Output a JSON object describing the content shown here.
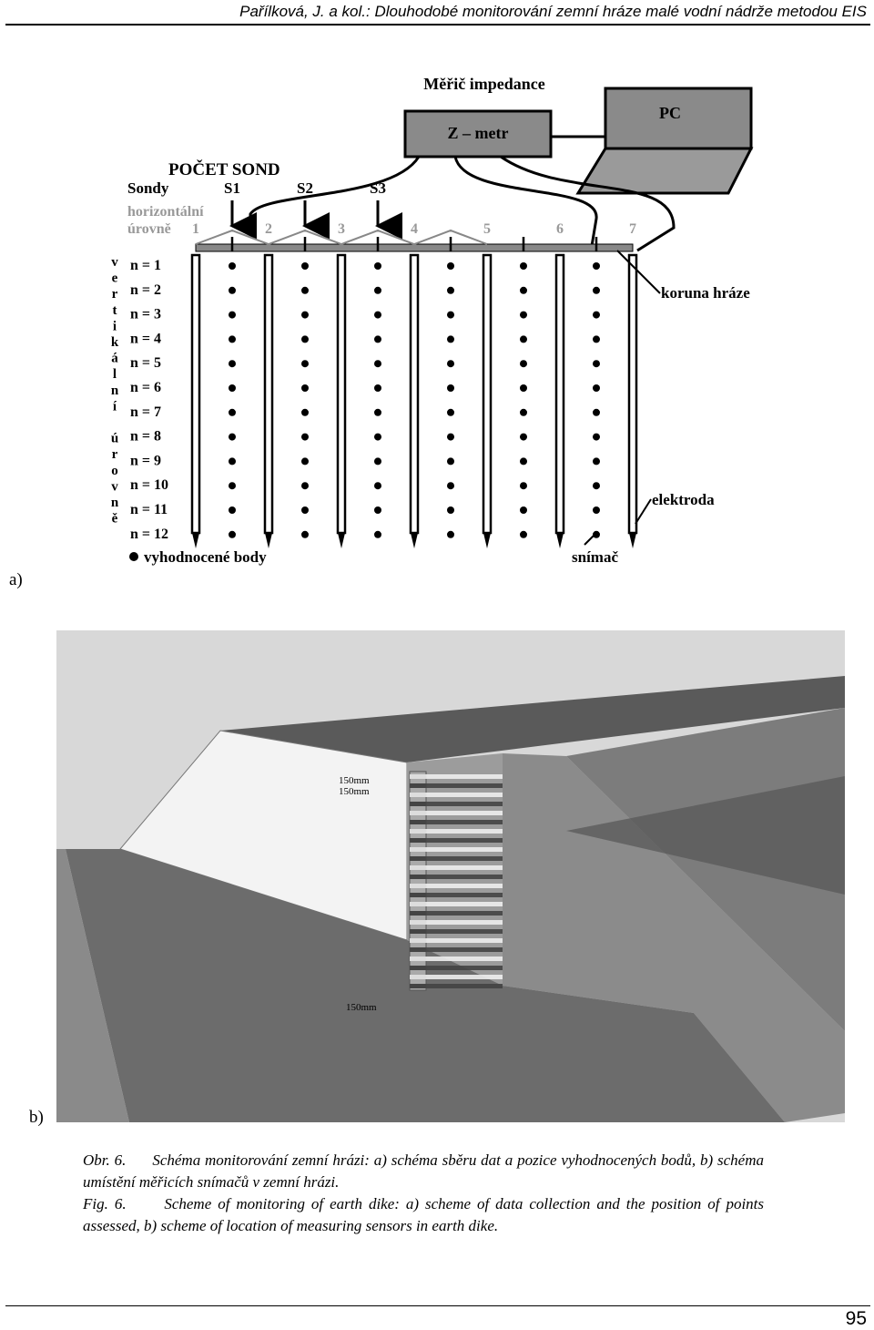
{
  "header": {
    "running_title": "Pařílková, J. a kol.: Dlouhodobé monitorování zemní hráze malé vodní nádrže metodou EIS"
  },
  "figure_a": {
    "label": "a)",
    "impedance_meter_title": "Měřič impedance",
    "z_meter": "Z – metr",
    "pc": "PC",
    "probe_count_title": "POČET SOND",
    "probes_label": "Sondy",
    "probes": [
      "S1",
      "S2",
      "S3"
    ],
    "horizontal_levels_label": [
      "horizontální",
      "úrovně"
    ],
    "horizontal_levels": [
      "1",
      "2",
      "3",
      "4",
      "5",
      "6",
      "7"
    ],
    "vertical_levels_label": [
      "v",
      "e",
      "r",
      "t",
      "i",
      "k",
      "á",
      "l",
      "n",
      "í",
      "",
      "ú",
      "r",
      "o",
      "v",
      "n",
      "ě"
    ],
    "vertical_levels": [
      "n = 1",
      "n = 2",
      "n = 3",
      "n = 4",
      "n = 5",
      "n = 6",
      "n = 7",
      "n = 8",
      "n = 9",
      "n = 10",
      "n = 11",
      "n = 12"
    ],
    "dike_crest": "koruna hráze",
    "electrode": "elektroda",
    "sensor": "snímač",
    "evaluated_points": "vyhodnocené body"
  },
  "figure_b": {
    "label": "b)",
    "dimensions": [
      "150mm",
      "150mm",
      "150mm"
    ]
  },
  "caption": {
    "cz_number": "Obr. 6.",
    "cz_text": "Schéma monitorování zemní hrázi: a) schéma sběru dat a pozice vyhodnocených bodů, b) schéma umístění měřicích snímačů v zemní hrázi.",
    "en_number": "Fig. 6.",
    "en_text": "Scheme of monitoring of earth dike: a) scheme of data collection and the position of points assessed, b) scheme of location of measuring sensors in earth dike."
  },
  "footer": {
    "page_number": "95"
  }
}
